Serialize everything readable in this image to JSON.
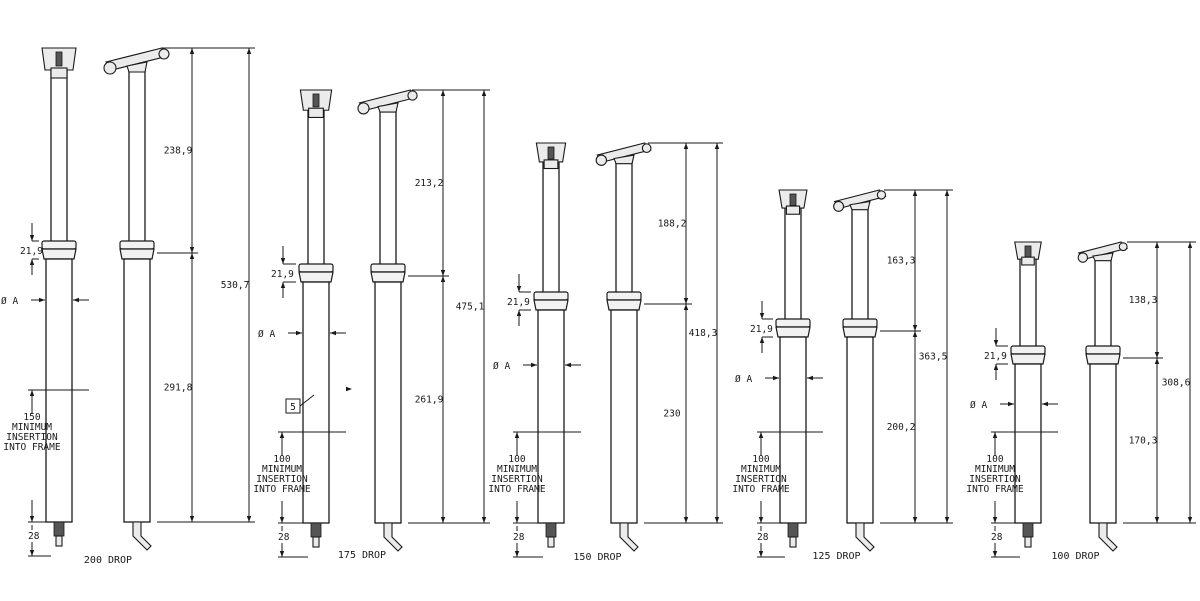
{
  "posts": [
    {
      "drop_label": "200 DROP",
      "overall": "530,7",
      "upper": "238,9",
      "lower": "291,8",
      "collar": "21,9",
      "diameter": "Ø A",
      "bottom": "28",
      "insertion": [
        "150",
        "MINIMUM",
        "INSERTION",
        "INTO FRAME"
      ]
    },
    {
      "drop_label": "175 DROP",
      "overall": "475,1",
      "upper": "213,2",
      "lower": "261,9",
      "collar": "21,9",
      "diameter": "Ø A",
      "bottom": "28",
      "insertion": [
        "100",
        "MINIMUM",
        "INSERTION",
        "INTO FRAME"
      ],
      "callout": "5"
    },
    {
      "drop_label": "150 DROP",
      "overall": "418,3",
      "upper": "188,2",
      "lower": "230",
      "collar": "21,9",
      "diameter": "Ø A",
      "bottom": "28",
      "insertion": [
        "100",
        "MINIMUM",
        "INSERTION",
        "INTO FRAME"
      ]
    },
    {
      "drop_label": "125 DROP",
      "overall": "363,5",
      "upper": "163,3",
      "lower": "200,2",
      "collar": "21,9",
      "diameter": "Ø A",
      "bottom": "28",
      "insertion": [
        "100",
        "MINIMUM",
        "INSERTION",
        "INTO FRAME"
      ]
    },
    {
      "drop_label": "100 DROP",
      "overall": "308,6",
      "upper": "138,3",
      "lower": "170,3",
      "collar": "21,9",
      "diameter": "Ø A",
      "bottom": "28",
      "insertion": [
        "100",
        "MINIMUM",
        "INSERTION",
        "INTO FRAME"
      ]
    }
  ]
}
